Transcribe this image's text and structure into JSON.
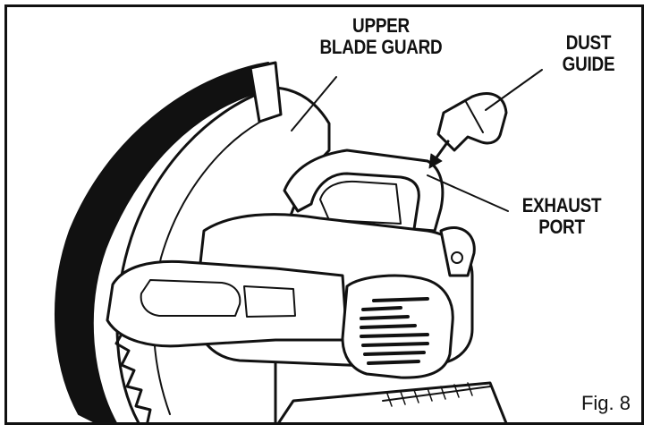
{
  "labels": {
    "upper_blade_guard": [
      "UPPER",
      "BLADE GUARD"
    ],
    "dust_guide": [
      "DUST",
      "GUIDE"
    ],
    "exhaust_port": [
      "EXHAUST",
      "PORT"
    ],
    "figure": "Fig. 8"
  },
  "colors": {
    "ink": "#111111",
    "paper": "#ffffff"
  }
}
